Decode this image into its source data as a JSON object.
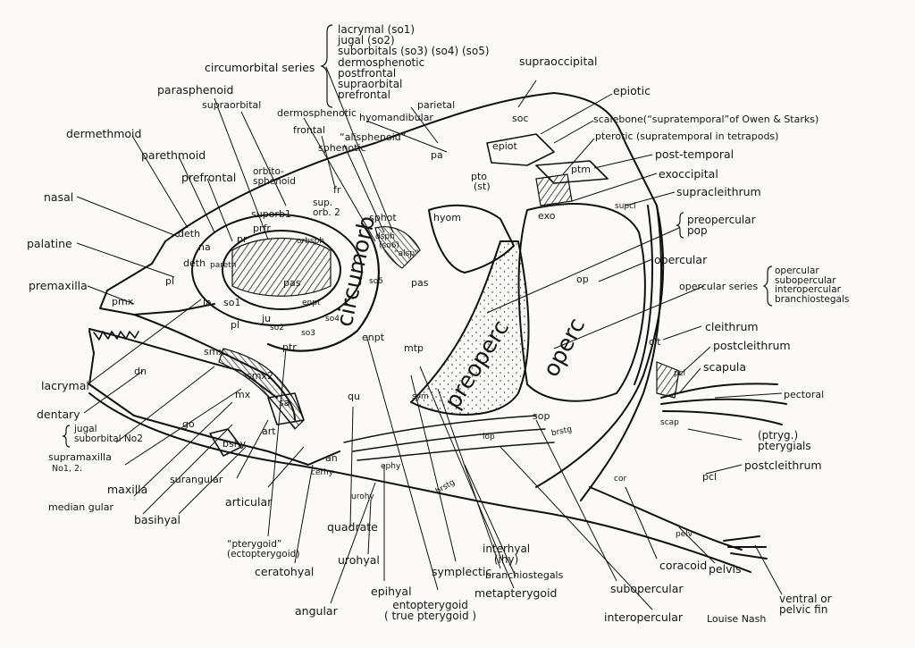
{
  "outer_labels": [
    {
      "id": "circumorbital-series",
      "text": "circumorbital series"
    },
    {
      "id": "parasphenoid",
      "text": "parasphenoid"
    },
    {
      "id": "supraorbital",
      "text": "supraorbital"
    },
    {
      "id": "dermosphenotic",
      "text": "dermosphenotic"
    },
    {
      "id": "parietal",
      "text": "parietal"
    },
    {
      "id": "hyomandibular",
      "text": "hyomandibular"
    },
    {
      "id": "frontal",
      "text": "frontal"
    },
    {
      "id": "alisphenoid",
      "text": "“alisphenoid”"
    },
    {
      "id": "sphenotic",
      "text": "sphenotic"
    },
    {
      "id": "dermethmoid",
      "text": "dermethmoid"
    },
    {
      "id": "parethmoid",
      "text": "parethmoid"
    },
    {
      "id": "prefrontal",
      "text": "prefrontal"
    },
    {
      "id": "orbitosphenoid",
      "text": "orbito-\nsphenoid"
    },
    {
      "id": "nasal",
      "text": "nasal"
    },
    {
      "id": "palatine",
      "text": "palatine"
    },
    {
      "id": "premaxilla",
      "text": "premaxilla"
    },
    {
      "id": "lacrymal",
      "text": "lacrymal"
    },
    {
      "id": "dentary",
      "text": "dentary"
    },
    {
      "id": "supramaxilla",
      "text": "supramaxilla"
    },
    {
      "id": "supramaxilla-num",
      "text": "No1, 2."
    },
    {
      "id": "maxilla",
      "text": "maxilla"
    },
    {
      "id": "median-gular",
      "text": "median gular"
    },
    {
      "id": "basihyal",
      "text": "basihyal"
    },
    {
      "id": "surangular",
      "text": "surangular"
    },
    {
      "id": "articular",
      "text": "articular"
    },
    {
      "id": "pterygoid",
      "text": "“pterygoid”\n(ectopterygoid)"
    },
    {
      "id": "ceratohyal",
      "text": "ceratohyal"
    },
    {
      "id": "quadrate",
      "text": "quadrate"
    },
    {
      "id": "urohyal",
      "text": "urohyal"
    },
    {
      "id": "angular",
      "text": "angular"
    },
    {
      "id": "epihyal",
      "text": "epihyal"
    },
    {
      "id": "entopterygoid",
      "text": "entopterygoid\n( true pterygoid )"
    },
    {
      "id": "symplectic",
      "text": "symplectic"
    },
    {
      "id": "interhyal",
      "text": "interhyal\n(ihy)"
    },
    {
      "id": "branchiostegals",
      "text": "branchiostegals"
    },
    {
      "id": "metapterygoid",
      "text": "metapterygoid"
    },
    {
      "id": "subopercular",
      "text": "subopercular"
    },
    {
      "id": "interopercular",
      "text": "interopercular"
    },
    {
      "id": "coracoid",
      "text": "coracoid"
    },
    {
      "id": "pelvis",
      "text": "pelvis"
    },
    {
      "id": "ventral-fin",
      "text": "ventral or\npelvic fin"
    },
    {
      "id": "supraoccipital",
      "text": "supraoccipital"
    },
    {
      "id": "epiotic",
      "text": "epiotic"
    },
    {
      "id": "scalebone",
      "text": "scalebone(“supratemporal”of Owen & Starks)"
    },
    {
      "id": "pterotic",
      "text": "pterotic (supratemporal in tetrapods)"
    },
    {
      "id": "post-temporal",
      "text": "post-temporal"
    },
    {
      "id": "exoccipital",
      "text": "exoccipital"
    },
    {
      "id": "supracleithrum",
      "text": "supracleithrum"
    },
    {
      "id": "preopercular",
      "text": "preopercular\npop"
    },
    {
      "id": "opercular",
      "text": "opercular"
    },
    {
      "id": "opercular-series",
      "text": "opercular series"
    },
    {
      "id": "cleithrum",
      "text": "cleithrum"
    },
    {
      "id": "postcleithrum-1",
      "text": "postcleithrum"
    },
    {
      "id": "scapula",
      "text": "scapula"
    },
    {
      "id": "pectoral",
      "text": "pectoral"
    },
    {
      "id": "pterygials",
      "text": "(ptryg.)\npterygials"
    },
    {
      "id": "postcleithrum-2",
      "text": "postcleithrum"
    },
    {
      "id": "credit",
      "text": "Louise Nash"
    }
  ],
  "jugal_label": {
    "line1": "jugal",
    "line2": "suborbital No2"
  },
  "circumorbital_list": [
    "lacrymal (so1)",
    "jugal (so2)",
    "suborbitals (so3) (so4) (so5)",
    "dermosphenotic",
    "postfrontal",
    "supraorbital",
    "prefrontal"
  ],
  "opercular_list": [
    "opercular",
    "subopercular",
    "interopercular",
    "branchiostegals"
  ],
  "in_labels": [
    {
      "id": "soc",
      "text": "soc"
    },
    {
      "id": "epiot",
      "text": "epiot"
    },
    {
      "id": "pa",
      "text": "pa"
    },
    {
      "id": "pto",
      "text": "pto"
    },
    {
      "id": "st",
      "text": "(st)"
    },
    {
      "id": "ptm",
      "text": "ptm"
    },
    {
      "id": "exo",
      "text": "exo"
    },
    {
      "id": "supcl",
      "text": "supcl"
    },
    {
      "id": "hyom",
      "text": "hyom"
    },
    {
      "id": "sphot",
      "text": "sphot"
    },
    {
      "id": "dsph",
      "text": "dsph"
    },
    {
      "id": "so6",
      "text": "(so6)"
    },
    {
      "id": "alsp",
      "text": "“alsp”"
    },
    {
      "id": "fr",
      "text": "fr"
    },
    {
      "id": "suporb2",
      "text": "sup.\norb. 2"
    },
    {
      "id": "suporb1",
      "text": "suporb1"
    },
    {
      "id": "prfr",
      "text": "prfr"
    },
    {
      "id": "orbsph",
      "text": "orbsph"
    },
    {
      "id": "deth",
      "text": "deth"
    },
    {
      "id": "na",
      "text": "na"
    },
    {
      "id": "pr",
      "text": "pr"
    },
    {
      "id": "deth2",
      "text": "deth"
    },
    {
      "id": "pareth",
      "text": "pareth"
    },
    {
      "id": "pl",
      "text": "pl"
    },
    {
      "id": "pmx",
      "text": "pmx"
    },
    {
      "id": "la",
      "text": "la"
    },
    {
      "id": "so1",
      "text": "so1"
    },
    {
      "id": "pas",
      "text": "pas"
    },
    {
      "id": "pas2",
      "text": "pas"
    },
    {
      "id": "enpt",
      "text": "enpt"
    },
    {
      "id": "enpt2",
      "text": "enpt"
    },
    {
      "id": "so5",
      "text": "so5"
    },
    {
      "id": "so4",
      "text": "so4"
    },
    {
      "id": "ju",
      "text": "ju"
    },
    {
      "id": "so2",
      "text": "so2"
    },
    {
      "id": "so3",
      "text": "so3"
    },
    {
      "id": "pl2",
      "text": "pl"
    },
    {
      "id": "smx",
      "text": "smx"
    },
    {
      "id": "smx2",
      "text": "smx2"
    },
    {
      "id": "mx",
      "text": "mx"
    },
    {
      "id": "dn",
      "text": "dn"
    },
    {
      "id": "ptr",
      "text": "ptr"
    },
    {
      "id": "qu",
      "text": "qu"
    },
    {
      "id": "sa",
      "text": "sa"
    },
    {
      "id": "art",
      "text": "art"
    },
    {
      "id": "go",
      "text": "go"
    },
    {
      "id": "bshy",
      "text": "bshy"
    },
    {
      "id": "an",
      "text": "an"
    },
    {
      "id": "cerhy",
      "text": "cerhy"
    },
    {
      "id": "ephy",
      "text": "ephy"
    },
    {
      "id": "urohy",
      "text": "urohy"
    },
    {
      "id": "mtp",
      "text": "mtp"
    },
    {
      "id": "sym",
      "text": "sym"
    },
    {
      "id": "op",
      "text": "op"
    },
    {
      "id": "sop",
      "text": "sop"
    },
    {
      "id": "iop",
      "text": "iop"
    },
    {
      "id": "brstg",
      "text": "brstg"
    },
    {
      "id": "brstg2",
      "text": "brstg"
    },
    {
      "id": "clt",
      "text": "clt"
    },
    {
      "id": "pcl",
      "text": "pcl"
    },
    {
      "id": "scap",
      "text": "scap"
    },
    {
      "id": "pcl2",
      "text": "pcl"
    },
    {
      "id": "cor",
      "text": "cor"
    },
    {
      "id": "pelv",
      "text": "pelv"
    },
    {
      "id": "circumorb",
      "text": "circumorb"
    },
    {
      "id": "preoperc",
      "text": "preoperc"
    },
    {
      "id": "operc",
      "text": "operc"
    }
  ]
}
